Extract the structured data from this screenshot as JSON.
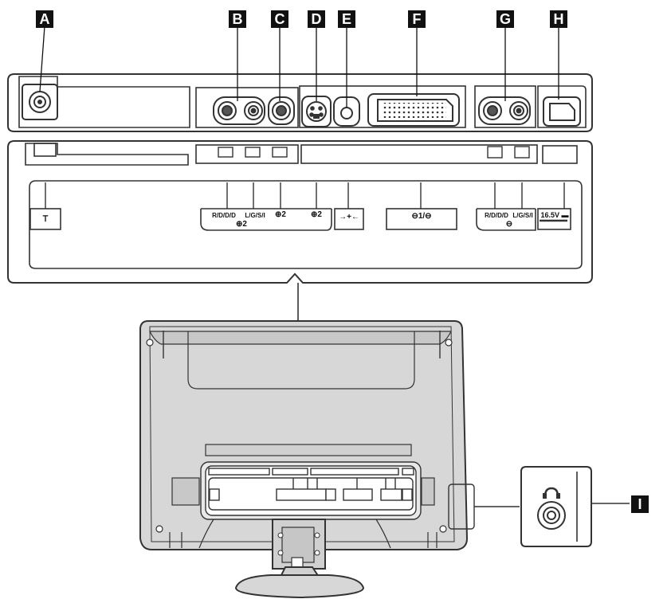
{
  "callouts": [
    "A",
    "B",
    "C",
    "D",
    "E",
    "F",
    "G",
    "H",
    "I"
  ],
  "port_labels": {
    "antenna": "Ｔ",
    "component_r_1": "R/D/D/D",
    "component_lr_1": "L/G/S/I",
    "av2_in": "⊕2",
    "av2_video": "⊕2",
    "av2_svideo": "⊕2",
    "group_2": "⊕2",
    "dc_line": "→+←",
    "scart": "⊖1/⊖",
    "component_r_2": "R/D/D/D",
    "component_lr_2": "L/G/S/I",
    "out_group": "⊖",
    "dc_in": "16.5V ▬"
  },
  "colors": {
    "stroke": "#333333",
    "panel_fill": "#ffffff",
    "tv_fill": "#d7d7d7",
    "tv_dark": "#9a9a9a",
    "label_bg": "#111111"
  }
}
